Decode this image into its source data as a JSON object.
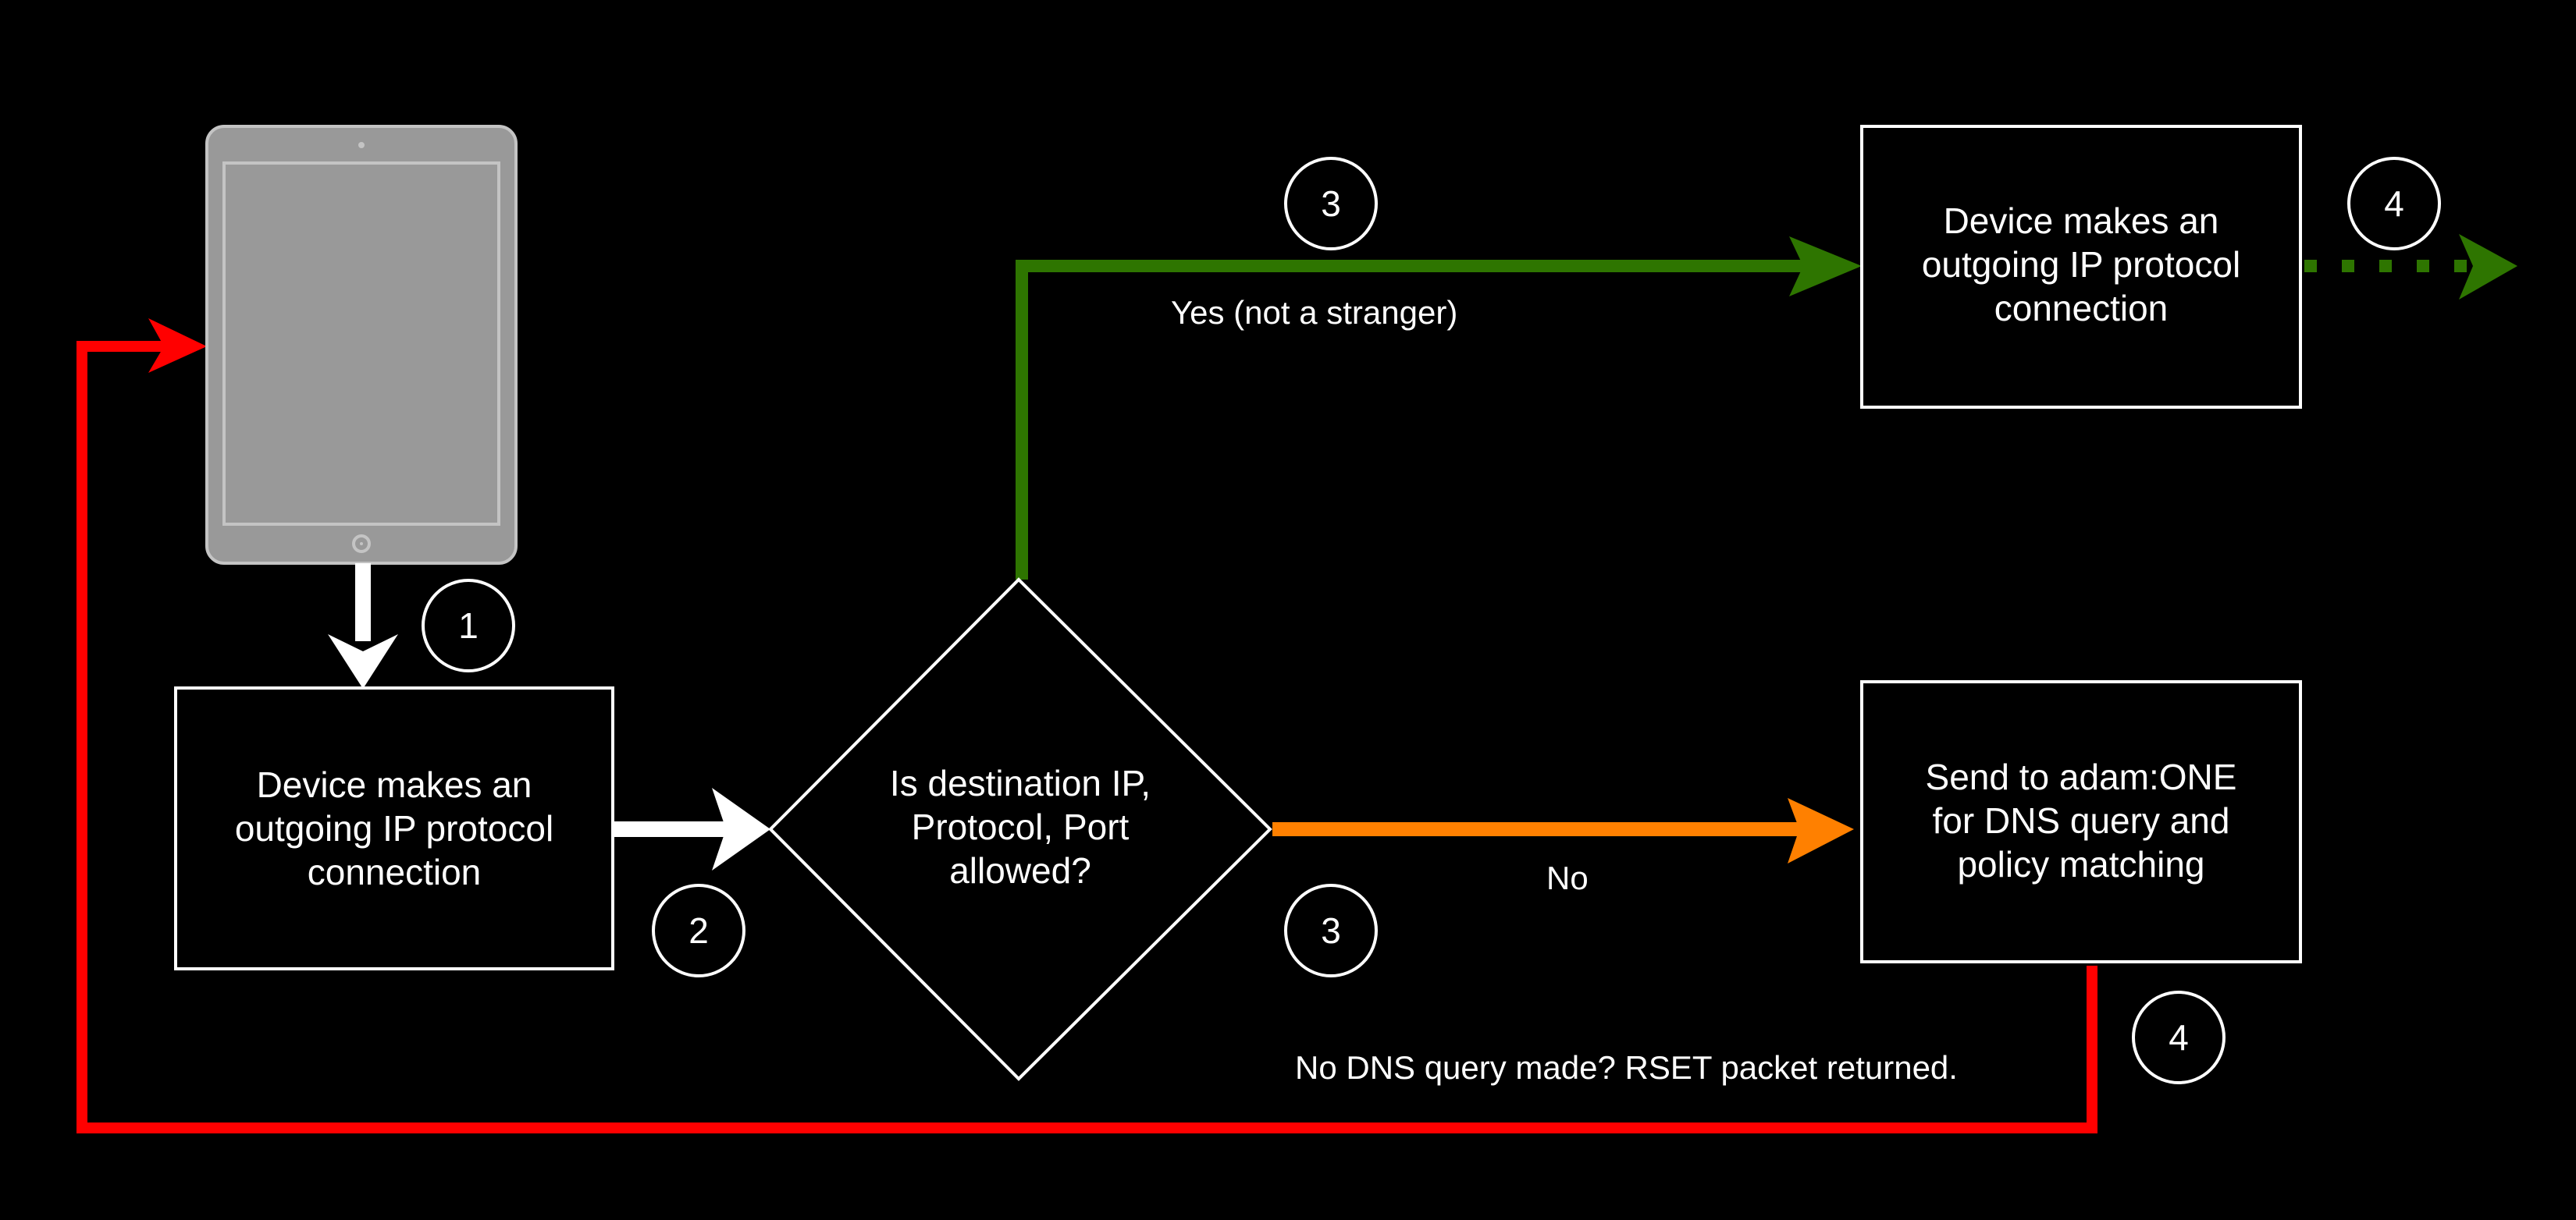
{
  "colors": {
    "background": "#000000",
    "allowed": "#2e7500",
    "denied": "#ff8000",
    "reset": "#ff0000",
    "neutral": "#ffffff",
    "device_body": "#999999",
    "device_outline": "#c4c4c4"
  },
  "device": {
    "icon": "tablet-icon"
  },
  "nodes": {
    "start": {
      "lines": [
        "Device makes an",
        "outgoing IP protocol",
        "connection"
      ]
    },
    "decision": {
      "lines": [
        "Is destination IP,",
        "Protocol, Port",
        "allowed?"
      ]
    },
    "allowed": {
      "lines": [
        "Device makes an",
        "outgoing IP protocol",
        "connection"
      ]
    },
    "dns": {
      "lines": [
        "Send to adam:ONE",
        "for DNS query and",
        "policy matching"
      ]
    }
  },
  "edge_labels": {
    "yes": "Yes (not a stranger)",
    "no": "No",
    "reset": "No DNS query made? RSET packet returned."
  },
  "steps": {
    "s1": "1",
    "s2": "2",
    "s3_yes": "3",
    "s3_no": "3",
    "s4_yes": "4",
    "s4_no": "4"
  }
}
